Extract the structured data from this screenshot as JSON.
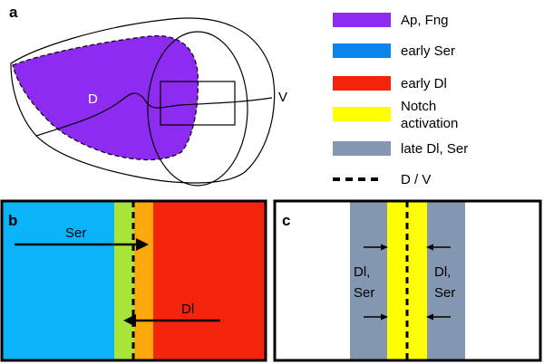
{
  "panels": {
    "a": {
      "letter": "a",
      "dorsal_label": "D",
      "ventral_label": "V"
    },
    "b": {
      "letter": "b",
      "ser_label": "Ser",
      "dl_label": "Dl"
    },
    "c": {
      "letter": "c",
      "left_label_line1": "Dl,",
      "left_label_line2": "Ser",
      "right_label_line1": "Dl,",
      "right_label_line2": "Ser"
    }
  },
  "legend": [
    {
      "label_lines": [
        "Ap, Fng"
      ],
      "color": "#8e2bf0"
    },
    {
      "label_lines": [
        "early Ser"
      ],
      "color": "#0b84ee"
    },
    {
      "label_lines": [
        "early Dl"
      ],
      "color": "#f3240b"
    },
    {
      "label_lines": [
        "Notch",
        "activation"
      ],
      "color": "#ffff00"
    },
    {
      "label_lines": [
        "late Dl, Ser"
      ],
      "color": "#8398b0"
    },
    {
      "label_lines": [
        "D / V"
      ],
      "style": "dashed"
    }
  ],
  "colors": {
    "ap_fng": "#8e2bf0",
    "early_ser": "#0bb4f8",
    "early_dl": "#f3240b",
    "green_overlap": "#a8e43a",
    "orange_overlap": "#fca80a",
    "notch": "#ffff00",
    "late": "#8398b0"
  }
}
